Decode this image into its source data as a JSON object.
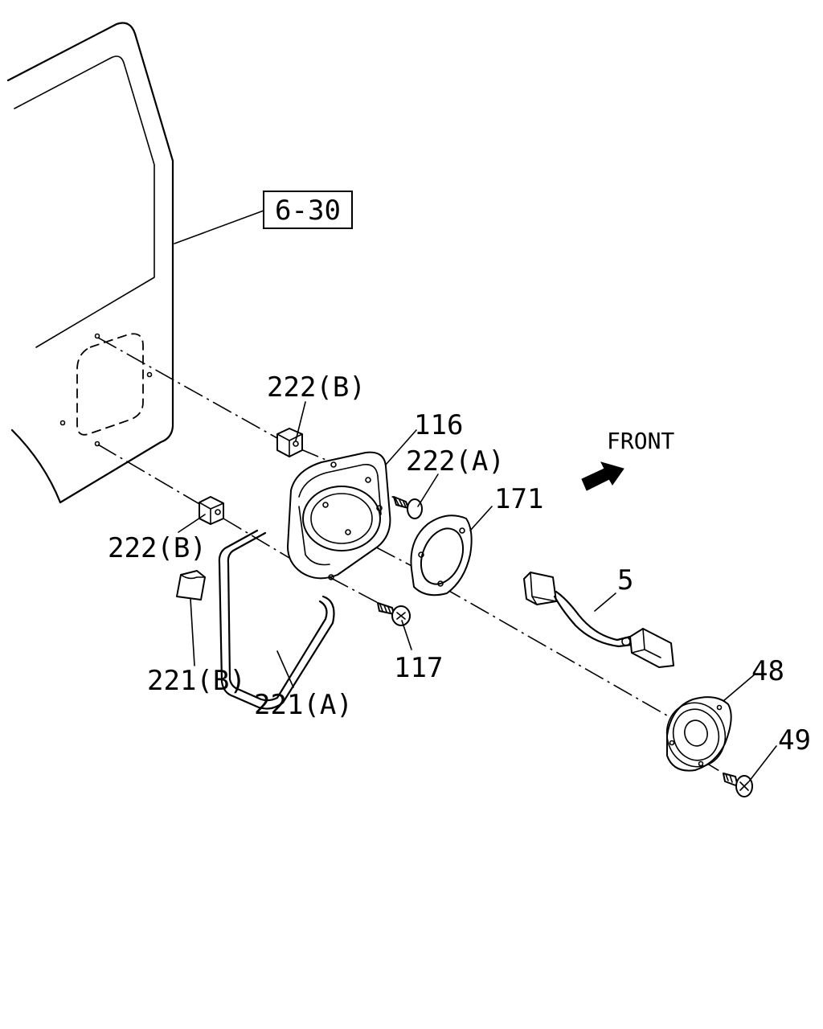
{
  "diagram": {
    "ref_box_label": "6-30",
    "direction_label": "FRONT",
    "callouts": [
      {
        "id": "c-222b-top",
        "text": "222(B)"
      },
      {
        "id": "c-116",
        "text": "116"
      },
      {
        "id": "c-222a",
        "text": "222(A)"
      },
      {
        "id": "c-171",
        "text": "171"
      },
      {
        "id": "c-222b-bottom",
        "text": "222(B)"
      },
      {
        "id": "c-5",
        "text": "5"
      },
      {
        "id": "c-117",
        "text": "117"
      },
      {
        "id": "c-221b",
        "text": "221(B)"
      },
      {
        "id": "c-221a",
        "text": "221(A)"
      },
      {
        "id": "c-48",
        "text": "48"
      },
      {
        "id": "c-49",
        "text": "49"
      }
    ]
  }
}
